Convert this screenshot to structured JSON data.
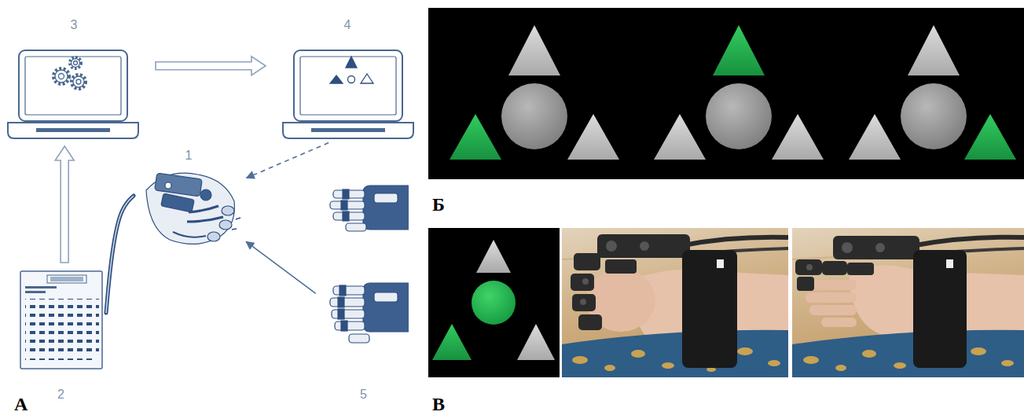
{
  "diagram": {
    "nodes": [
      {
        "text": [
          "3"
        ]
      },
      {
        "text": [
          "4"
        ]
      },
      {
        "text": [
          "1"
        ]
      },
      {
        "text": [
          "2"
        ]
      },
      {
        "text": [
          "5"
        ]
      }
    ],
    "edges": [
      {
        "from": 3,
        "to": 0,
        "arrow": "to"
      },
      {
        "from": 0,
        "to": 1,
        "arrow": "to"
      },
      {
        "from": 1,
        "to": 2,
        "arrow": "to"
      },
      {
        "from": 4,
        "to": 2,
        "arrow": "to"
      },
      {
        "from": 2,
        "to": 3,
        "arrow": "none"
      }
    ],
    "labels": [
      "А",
      "Б",
      "В"
    ]
  }
}
